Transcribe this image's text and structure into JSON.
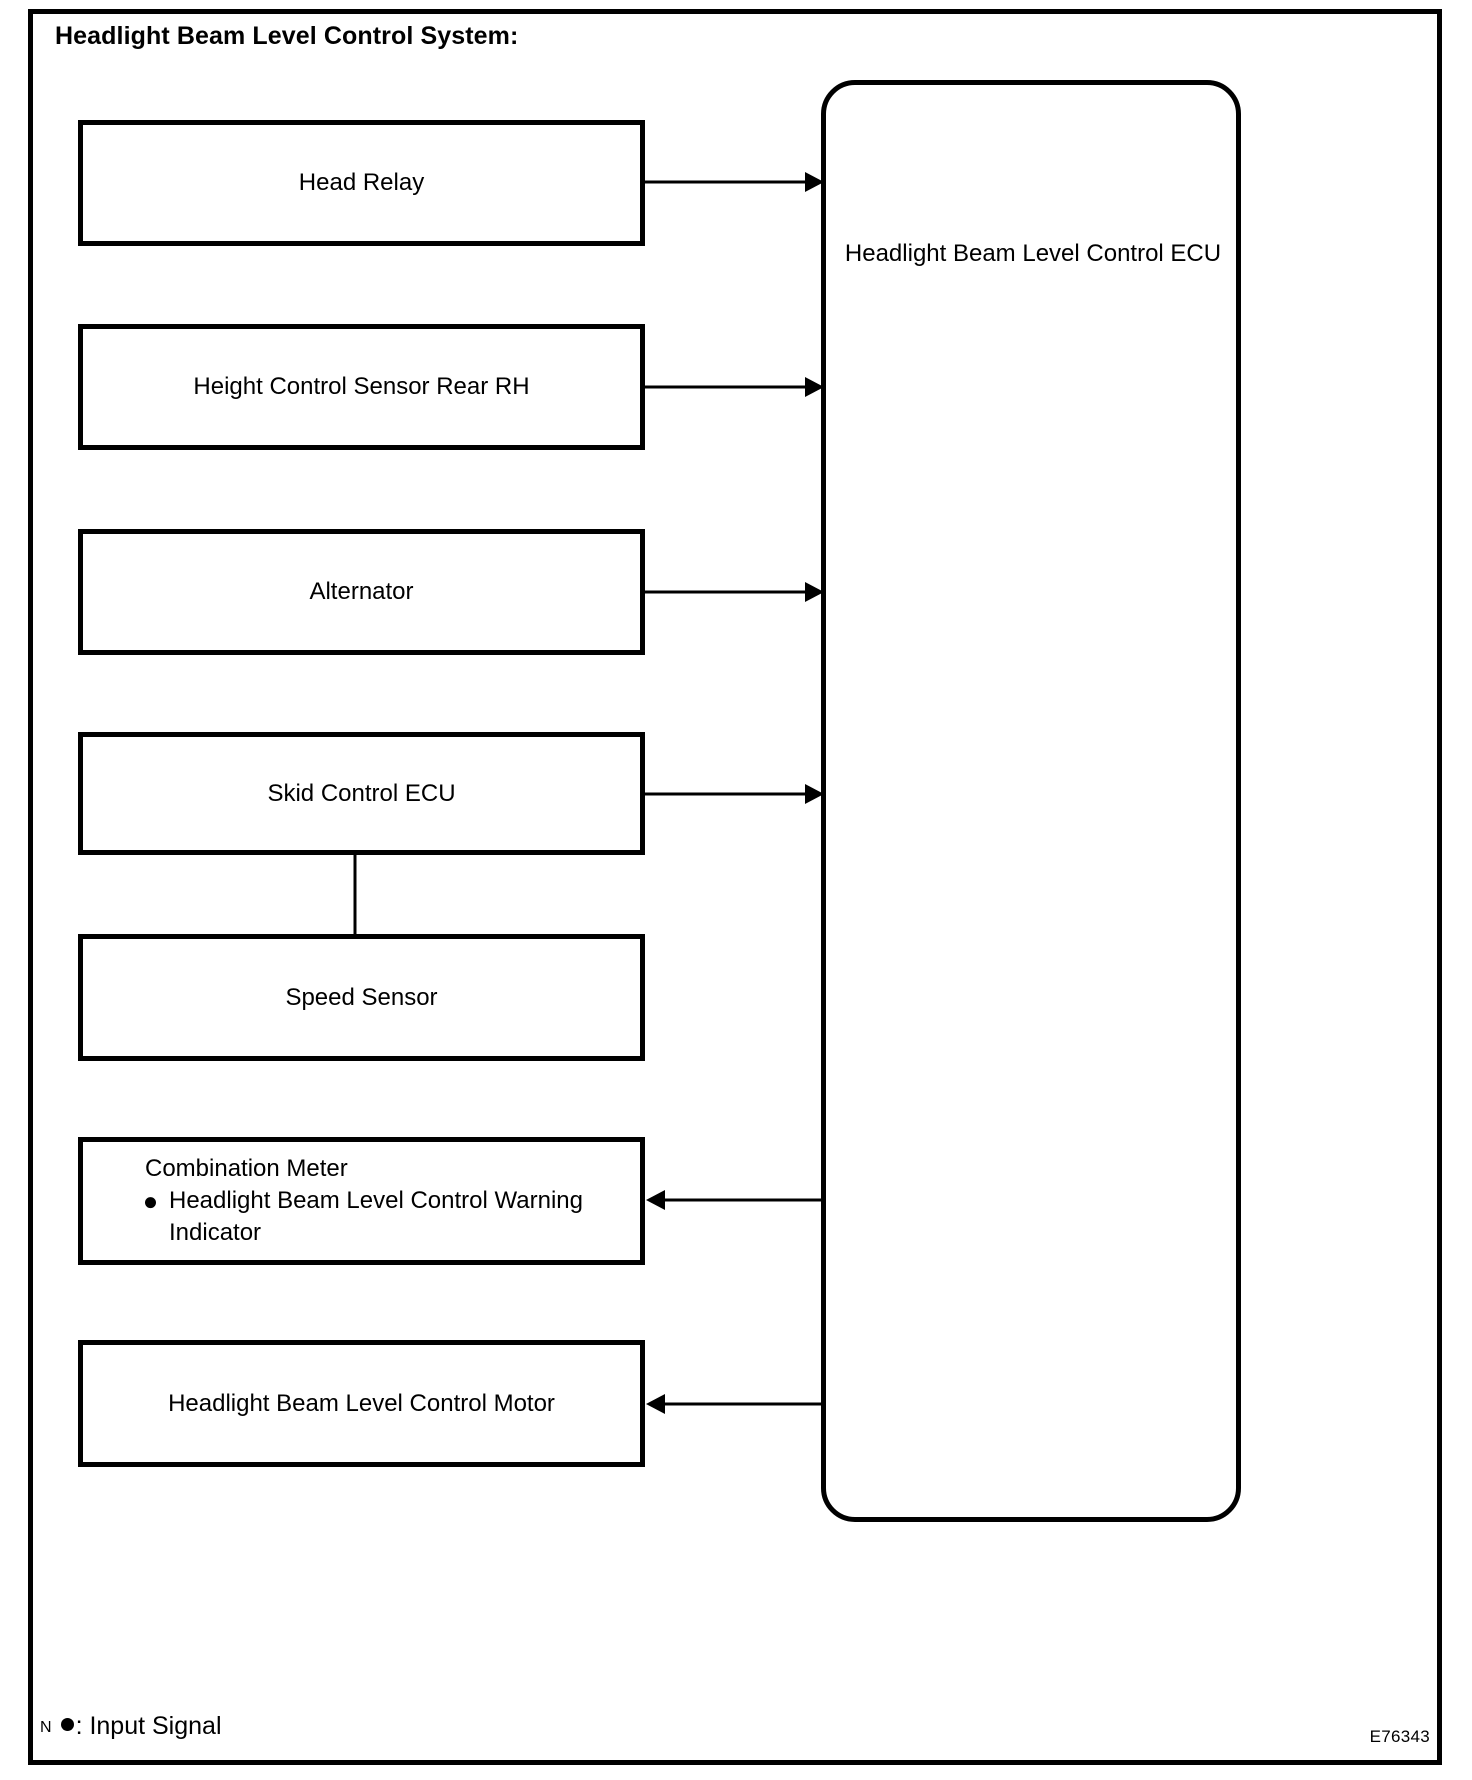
{
  "diagram": {
    "title": "Headlight Beam Level Control System:",
    "figure_code": "E76343",
    "legend": {
      "superscript": "N",
      "symbol": "bullet-dot-icon",
      "text": ": Input Signal"
    },
    "ecu": {
      "label": "Headlight Beam Level Control ECU",
      "shape": "rounded-rectangle"
    },
    "nodes": [
      {
        "id": "head-relay",
        "label": "Head Relay"
      },
      {
        "id": "height-control-sensor",
        "label": "Height Control Sensor Rear RH"
      },
      {
        "id": "alternator",
        "label": "Alternator"
      },
      {
        "id": "skid-control-ecu",
        "label": "Skid Control ECU"
      },
      {
        "id": "speed-sensor",
        "label": "Speed Sensor"
      },
      {
        "id": "combination-meter",
        "label_line1": "Combination Meter",
        "label_line2": "Headlight Beam Level Control Warning",
        "label_line3": "Indicator"
      },
      {
        "id": "headlight-motor",
        "label": "Headlight Beam Level Control Motor"
      }
    ],
    "connections": [
      {
        "from": "head-relay",
        "to": "ecu",
        "direction": "to-ecu"
      },
      {
        "from": "height-control-sensor",
        "to": "ecu",
        "direction": "to-ecu"
      },
      {
        "from": "alternator",
        "to": "ecu",
        "direction": "to-ecu"
      },
      {
        "from": "skid-control-ecu",
        "to": "ecu",
        "direction": "to-ecu"
      },
      {
        "from": "speed-sensor",
        "to": "skid-control-ecu",
        "direction": "plain-line"
      },
      {
        "from": "ecu",
        "to": "combination-meter",
        "direction": "from-ecu"
      },
      {
        "from": "ecu",
        "to": "headlight-motor",
        "direction": "from-ecu"
      }
    ]
  }
}
